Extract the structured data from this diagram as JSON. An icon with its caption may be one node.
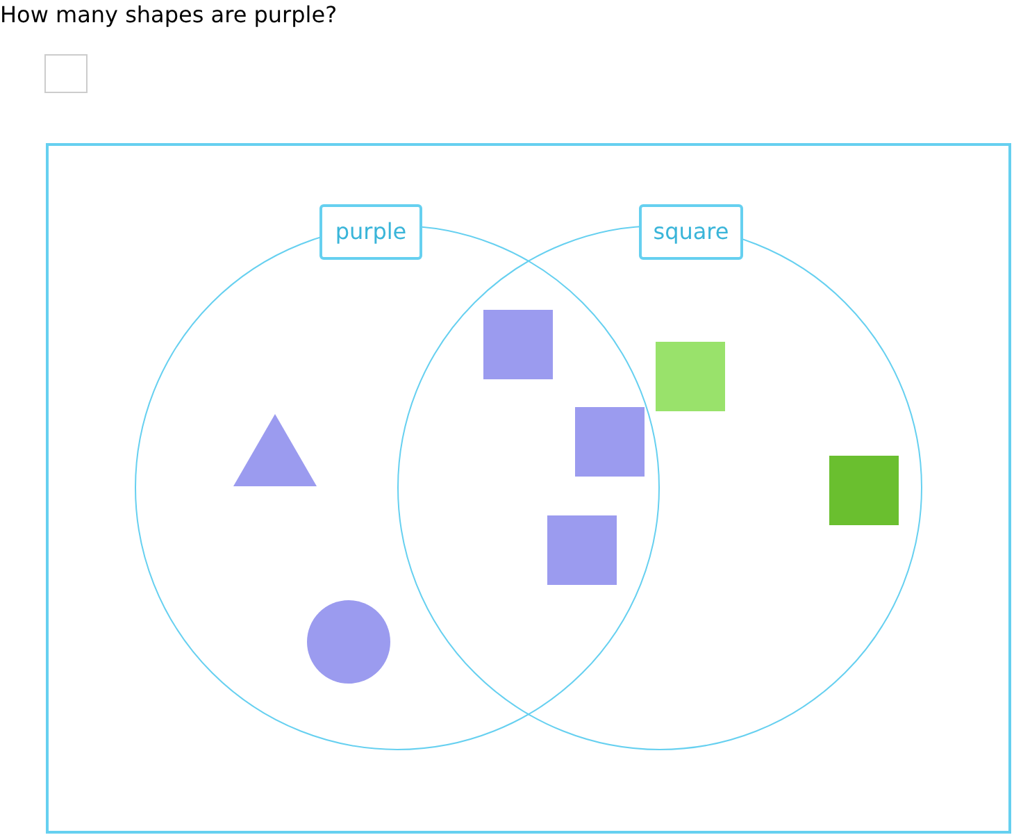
{
  "diagram": {
    "title": "How many shapes are purple?",
    "nodes": [
      {
        "text": [
          "purple"
        ]
      },
      {
        "text": [
          "square"
        ]
      }
    ]
  }
}
